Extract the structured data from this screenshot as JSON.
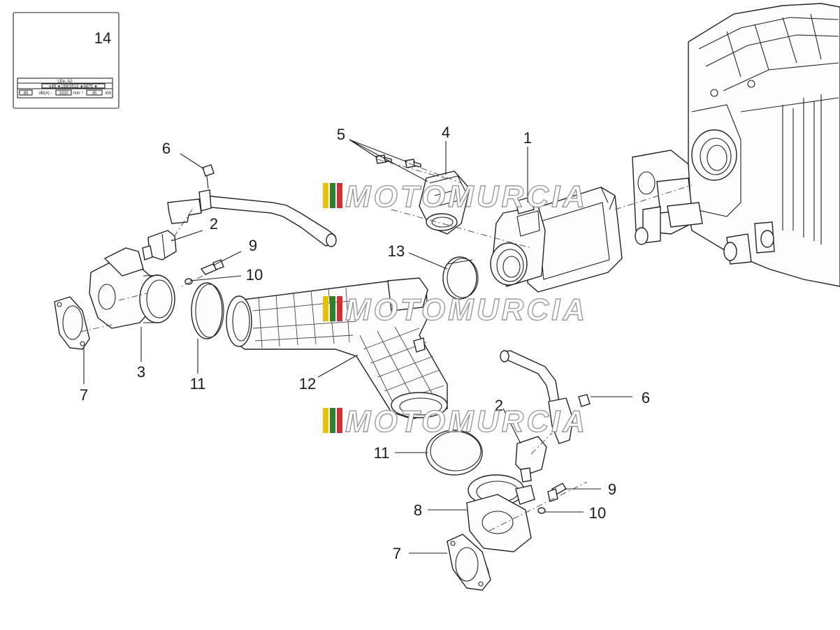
{
  "diagram": {
    "part_labels": {
      "p1": "1",
      "p2a": "2",
      "p2b": "2",
      "p3": "3",
      "p4": "4",
      "p5": "5",
      "p6a": "6",
      "p6b": "6",
      "p7a": "7",
      "p7b": "7",
      "p8": "8",
      "p9a": "9",
      "p9b": "9",
      "p10a": "10",
      "p10b": "10",
      "p11a": "11",
      "p11b": "11",
      "p12": "12",
      "p13": "13",
      "p14": "14"
    },
    "watermark": {
      "text": "MOTOMURCIA",
      "colors": [
        "#e8c200",
        "#2e7d32",
        "#d32f2f"
      ]
    },
    "label_plate": {
      "header": "LEe- A2",
      "row1": "e49 ★168/2613 ★9875 ★",
      "row2": [
        "85",
        "dB(A) -",
        "3330",
        "min⁻¹",
        "35",
        "kW"
      ]
    }
  }
}
